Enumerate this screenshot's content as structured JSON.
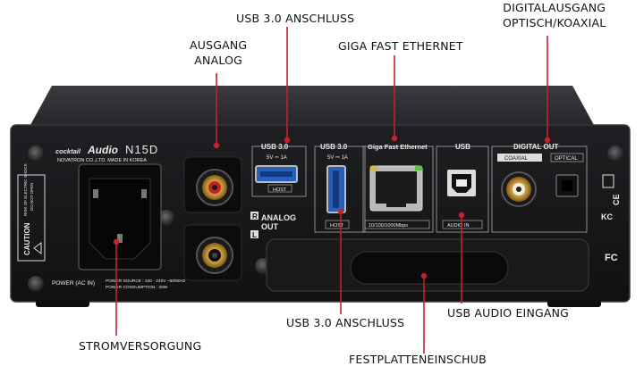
{
  "callouts": {
    "ausgang_analog_1": "AUSGANG",
    "ausgang_analog_2": "ANALOG",
    "usb_top": "USB 3.0 ANSCHLUSS",
    "giga_ethernet": "GIGA FAST ETHERNET",
    "digital_out_1": "DIGITALAUSGANG",
    "digital_out_2": "OPTISCH/KOAXIAL",
    "usb_bottom": "USB 3.0 ANSCHLUSS",
    "usb_audio": "USB AUDIO EINGANG",
    "power": "STROMVERSORGUNG",
    "hdd": "FESTPLATTENEINSCHUB"
  },
  "panel": {
    "brand_small": "cocktail",
    "brand_audio": "Audio",
    "model": "N15D",
    "maker": "NOVATRON CO.,LTD.  MADE IN KOREA",
    "usb30_a": "USB 3.0",
    "usb30_a_rating": "5V ⎓ 1A",
    "usb30_a_tag": "HOST",
    "usb30_b": "USB 3.0",
    "usb30_b_rating": "5V ⎓ 1A",
    "usb30_b_tag": "HOST",
    "ethernet": "Giga Fast Ethernet",
    "ethernet_speed": "10/100/1000Mbps",
    "usb": "USB",
    "usb_tag": "AUDIO IN",
    "digital_out": "DIGITAL OUT",
    "coaxial": "COAXIAL",
    "optical": "OPTICAL",
    "analog_out_1": "ANALOG",
    "analog_out_2": "OUT",
    "ch_r": "R",
    "ch_l": "L",
    "power_ac": "POWER (AC IN)",
    "power_source": "POWER SOURCE : 220 - 240V ~50/60Hz",
    "power_consumption": "POWER CONSUMPTION : 30W",
    "caution": "CAUTION",
    "risk_1": "RISK OF ELECTRIC SHOCK",
    "risk_2": "DO NOT OPEN",
    "cert_ce": "CE",
    "cert_fc": "FC",
    "cert_kc": "KC"
  },
  "colors": {
    "leader_line": "#c8202a",
    "chassis": "#1c1c1e",
    "panel_face": "#141416"
  }
}
